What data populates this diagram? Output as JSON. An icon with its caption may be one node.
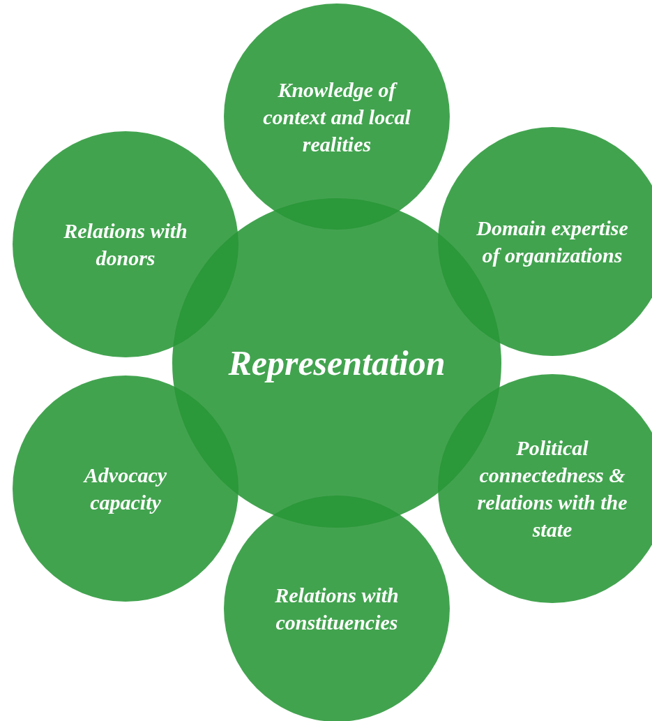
{
  "diagram": {
    "nodes": [
      {
        "text": [
          "Knowledge of context and local realities"
        ]
      },
      {
        "text": [
          "Relations with donors"
        ]
      },
      {
        "text": [
          "Domain expertise of organizations"
        ]
      },
      {
        "text": [
          "Representation"
        ]
      },
      {
        "text": [
          "Advocacy capacity"
        ]
      },
      {
        "text": [
          "Political connectedness & relations with the state"
        ]
      },
      {
        "text": [
          "Relations with constituencies"
        ]
      }
    ]
  }
}
